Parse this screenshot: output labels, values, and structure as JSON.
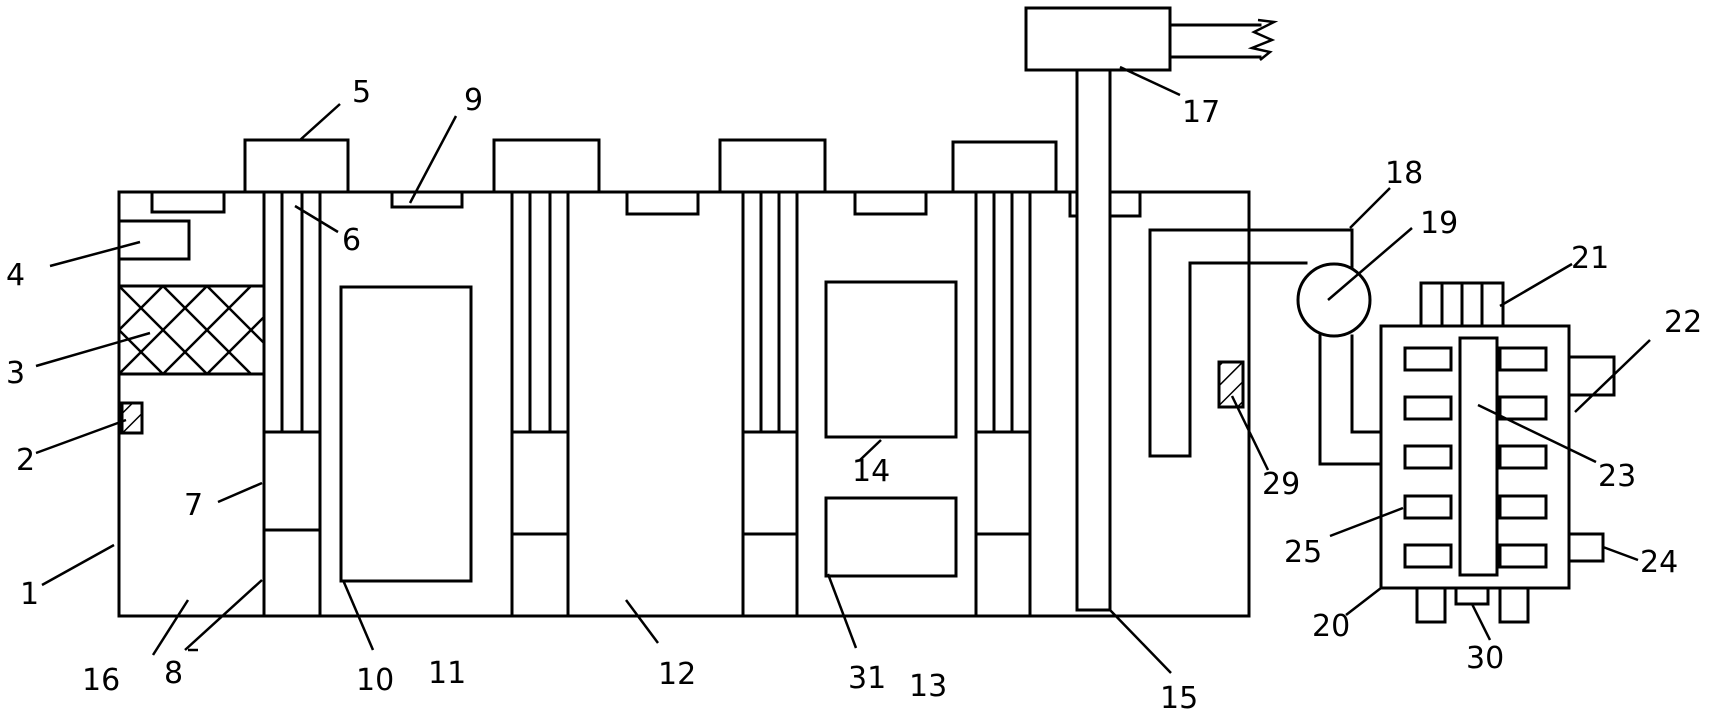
{
  "labels": {
    "l1": "1",
    "l2": "2",
    "l3": "3",
    "l4": "4",
    "l5": "5",
    "l6": "6",
    "l7": "7",
    "l8": "8",
    "l9": "9",
    "l10": "10",
    "l11": "11",
    "l12": "12",
    "l13": "13",
    "l14": "14",
    "l15": "15",
    "l16": "16",
    "l17": "17",
    "l18": "18",
    "l19": "19",
    "l20": "20",
    "l21": "21",
    "l22": "22",
    "l23": "23",
    "l24": "24",
    "l25": "25",
    "l29": "29",
    "l30": "30",
    "l31": "31"
  }
}
